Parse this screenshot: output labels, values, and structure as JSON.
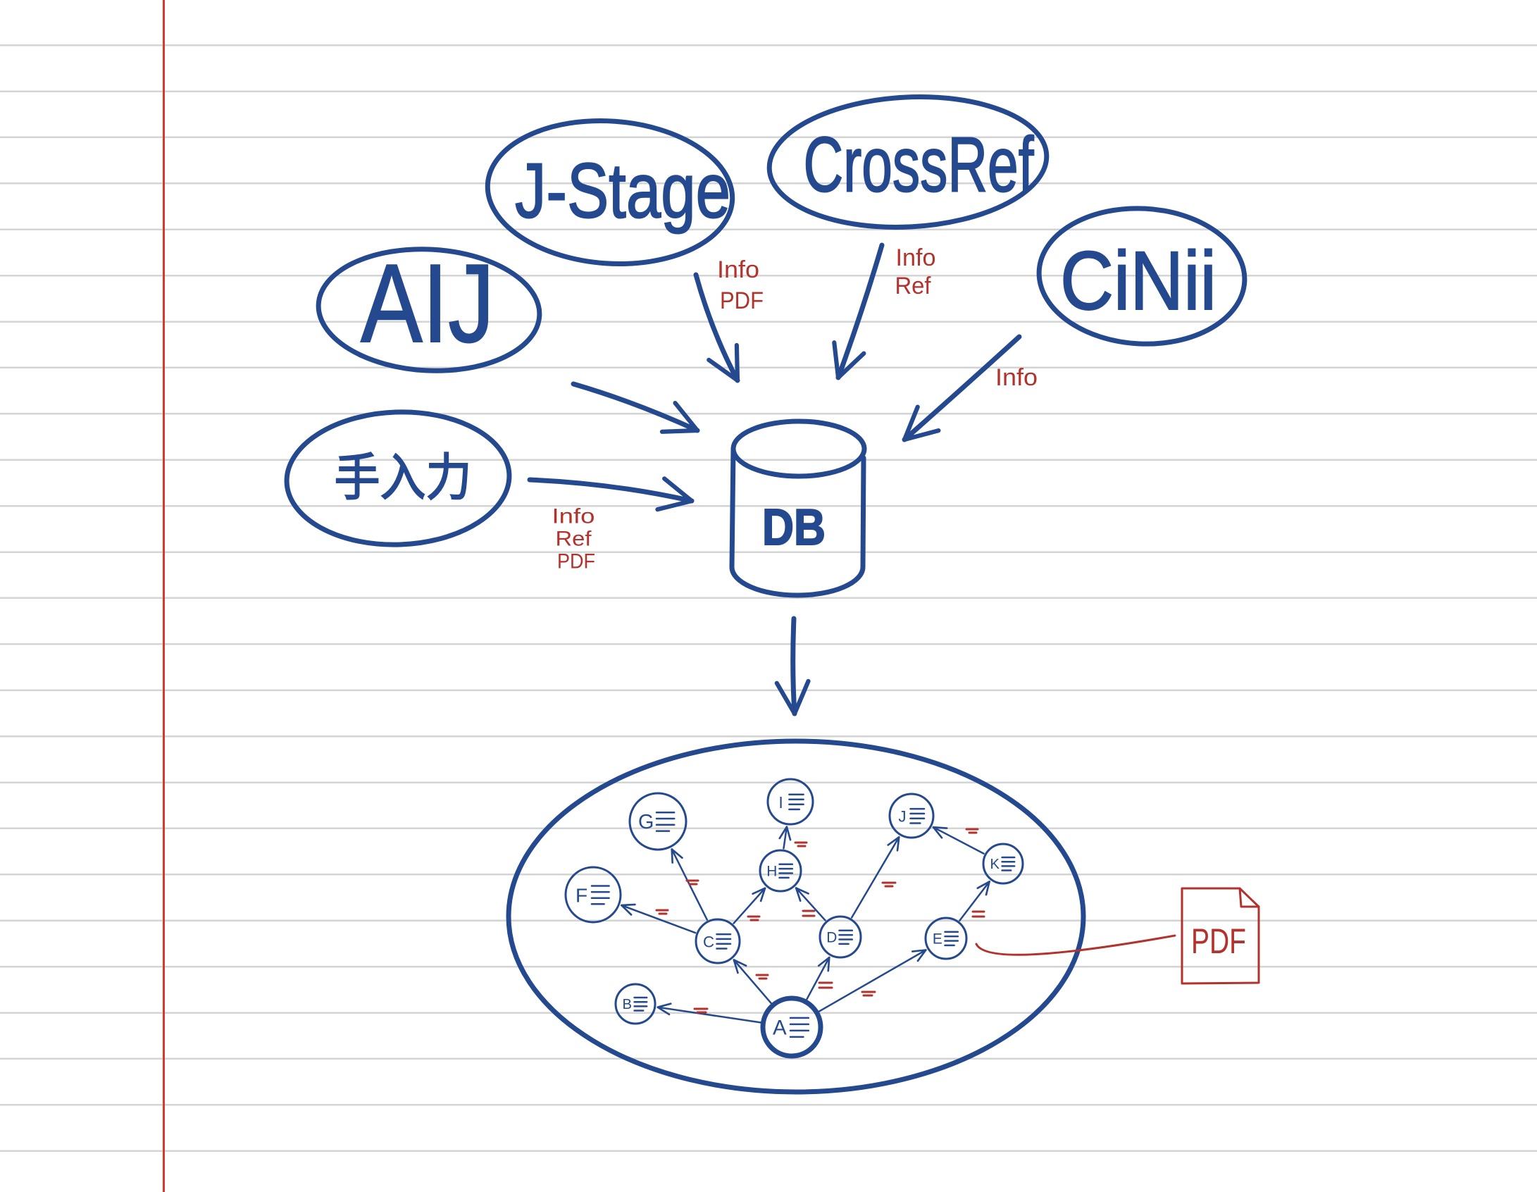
{
  "sources": {
    "jstage": {
      "label": "J-Stage",
      "provides": [
        "Info",
        "PDF"
      ]
    },
    "crossref": {
      "label": "CrossRef",
      "provides": [
        "Info",
        "Ref"
      ]
    },
    "cinii": {
      "label": "CiNii",
      "provides": [
        "Info"
      ]
    },
    "aij": {
      "label": "AIJ"
    },
    "manual_entry": {
      "label": "手入力",
      "provides": [
        "Info",
        "Ref",
        "PDF"
      ]
    }
  },
  "database": {
    "label": "DB"
  },
  "graph": {
    "nodes": [
      {
        "label": "A",
        "emphasized": true
      },
      {
        "label": "B"
      },
      {
        "label": "C"
      },
      {
        "label": "D"
      },
      {
        "label": "E"
      },
      {
        "label": "F"
      },
      {
        "label": "G"
      },
      {
        "label": "H"
      },
      {
        "label": "I"
      },
      {
        "label": "J"
      },
      {
        "label": "K"
      }
    ],
    "edges": [
      {
        "from": 0,
        "to": 1
      },
      {
        "from": 0,
        "to": 2
      },
      {
        "from": 0,
        "to": 3
      },
      {
        "from": 0,
        "to": 4
      },
      {
        "from": 2,
        "to": 5
      },
      {
        "from": 2,
        "to": 6
      },
      {
        "from": 2,
        "to": 7
      },
      {
        "from": 3,
        "to": 7
      },
      {
        "from": 3,
        "to": 9
      },
      {
        "from": 7,
        "to": 8
      },
      {
        "from": 4,
        "to": 10
      },
      {
        "from": 10,
        "to": 9
      }
    ]
  },
  "pdf_document": {
    "label": "PDF"
  },
  "colors": {
    "ink_blue": "#24498f",
    "ink_red": "#b3322b",
    "rule_line": "#d4d4d4",
    "margin_line": "#d73a2c"
  }
}
